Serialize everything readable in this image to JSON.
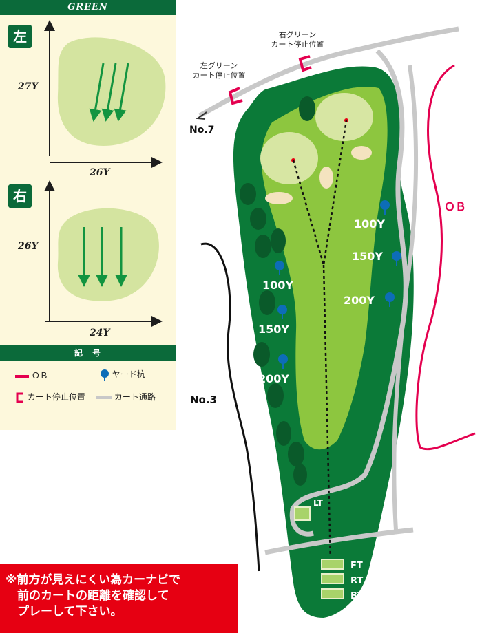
{
  "sidebar": {
    "header": "GREEN",
    "left_green": {
      "tag": "左",
      "depth": "27Y",
      "width": "26Y"
    },
    "right_green": {
      "tag": "右",
      "depth": "26Y",
      "width": "24Y"
    },
    "legend": {
      "title": "記　号",
      "items": [
        {
          "label": "ＯＢ",
          "icon": "ob-line-icon"
        },
        {
          "label": "ヤード杭",
          "icon": "yard-stake-icon"
        },
        {
          "label": "カート停止位置",
          "icon": "cart-stop-bracket-icon"
        },
        {
          "label": "カート通路",
          "icon": "cart-path-line-icon"
        }
      ]
    }
  },
  "map": {
    "cart_stop_right_green": [
      "右グリーン",
      "カート停止位置"
    ],
    "cart_stop_left_green": [
      "左グリーン",
      "カート停止位置"
    ],
    "next_hole": "No.7",
    "adjacent_hole": "No.3",
    "ob": "ＯＢ",
    "yard_left": [
      "100Y",
      "150Y",
      "200Y"
    ],
    "yard_right": [
      "100Y",
      "150Y",
      "200Y"
    ],
    "tees": [
      "LT",
      "FT",
      "RT",
      "BT"
    ]
  },
  "notice": "※前方が見えにくい為カーナビで\n　前のカートの距離を確認して\n　プレーして下さい。",
  "colors": {
    "dark_green": "#0b6a3a",
    "rough": "#128a3c",
    "fairway": "#8dc63f",
    "green_surface": "#d7e6a3",
    "ob_line": "#e4004f",
    "yard_marker": "#0d6db7",
    "notice_bg": "#e60012"
  }
}
